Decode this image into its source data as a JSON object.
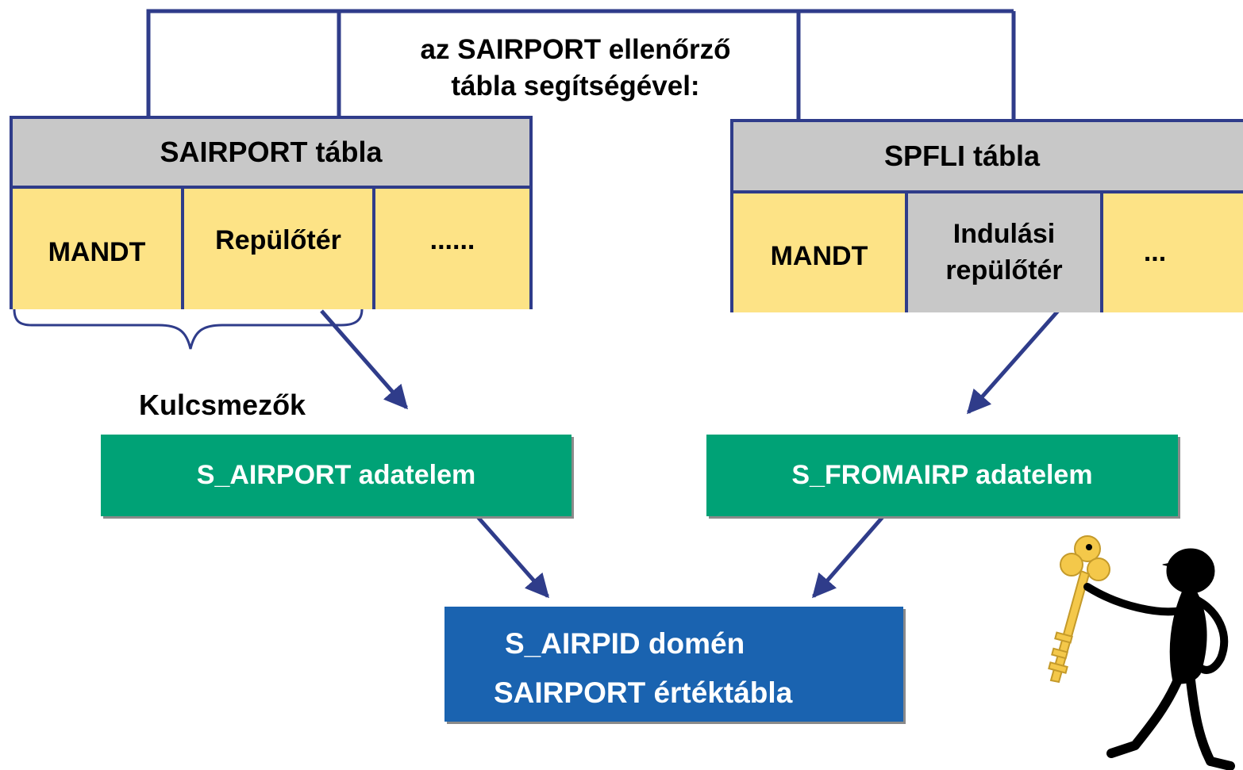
{
  "check_table_note": {
    "line1": "az SAIRPORT ellenőrző",
    "line2": "tábla segítségével:"
  },
  "sairport_table": {
    "header": "SAIRPORT tábla",
    "cells": [
      "MANDT",
      "Repülőtér",
      "......"
    ]
  },
  "spfli_table": {
    "header": "SPFLI tábla",
    "cells": [
      "MANDT",
      "Indulási\nrepülőtér",
      "..."
    ]
  },
  "key_fields_label": "Kulcsmezők",
  "data_elements": {
    "left": "S_AIRPORT adatelem",
    "right": "S_FROMAIRP adatelem"
  },
  "domain_box": {
    "line1": "S_AIRPID domén",
    "line2": "SAIRPORT értéktábla"
  },
  "colors": {
    "line": "#2f3c8a",
    "header": "#c8c8c8",
    "cell": "#fde386",
    "data_element": "#00a276",
    "domain": "#1a63b0",
    "key": "#f4c84a"
  },
  "icons": {
    "figure": "person-holding-key-icon"
  }
}
